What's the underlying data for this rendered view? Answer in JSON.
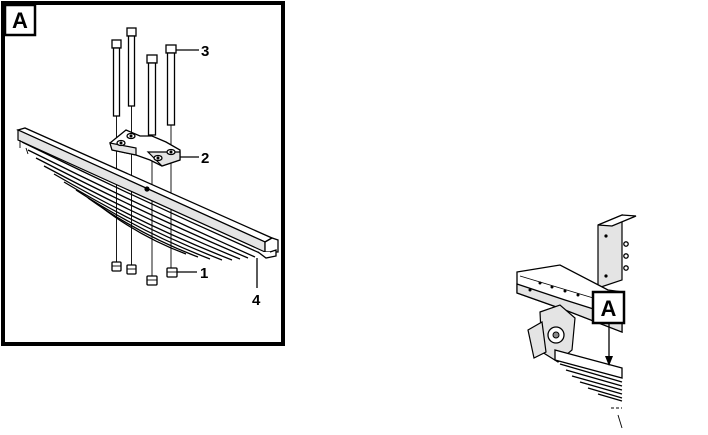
{
  "detail_label": "A",
  "callouts": [
    "1",
    "2",
    "3",
    "4"
  ],
  "location_label": "A",
  "colors": {
    "ink": "#000000",
    "background": "#ffffff",
    "shade": "#e4e4e4"
  }
}
